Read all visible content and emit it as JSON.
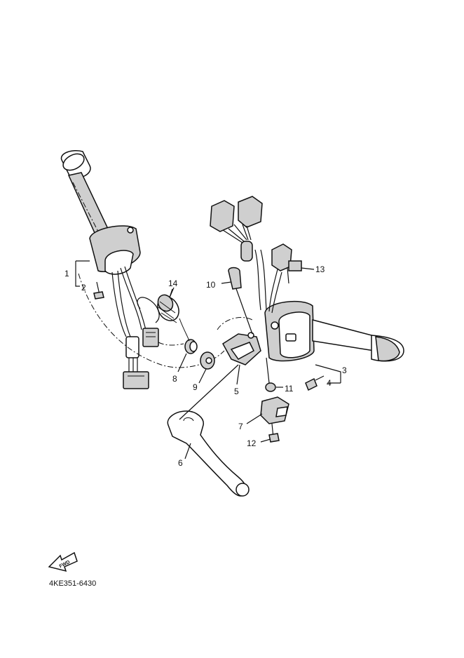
{
  "diagram": {
    "code": "4KE351-6430",
    "forward_label": "FWD",
    "parts": [
      {
        "id": "1",
        "label": "1"
      },
      {
        "id": "2",
        "label": "2"
      },
      {
        "id": "3",
        "label": "3"
      },
      {
        "id": "4",
        "label": "4"
      },
      {
        "id": "5",
        "label": "5"
      },
      {
        "id": "6",
        "label": "6"
      },
      {
        "id": "7",
        "label": "7"
      },
      {
        "id": "8",
        "label": "8"
      },
      {
        "id": "9",
        "label": "9"
      },
      {
        "id": "10",
        "label": "10"
      },
      {
        "id": "11",
        "label": "11"
      },
      {
        "id": "12",
        "label": "12"
      },
      {
        "id": "13",
        "label": "13"
      },
      {
        "id": "14",
        "label": "14"
      }
    ]
  }
}
